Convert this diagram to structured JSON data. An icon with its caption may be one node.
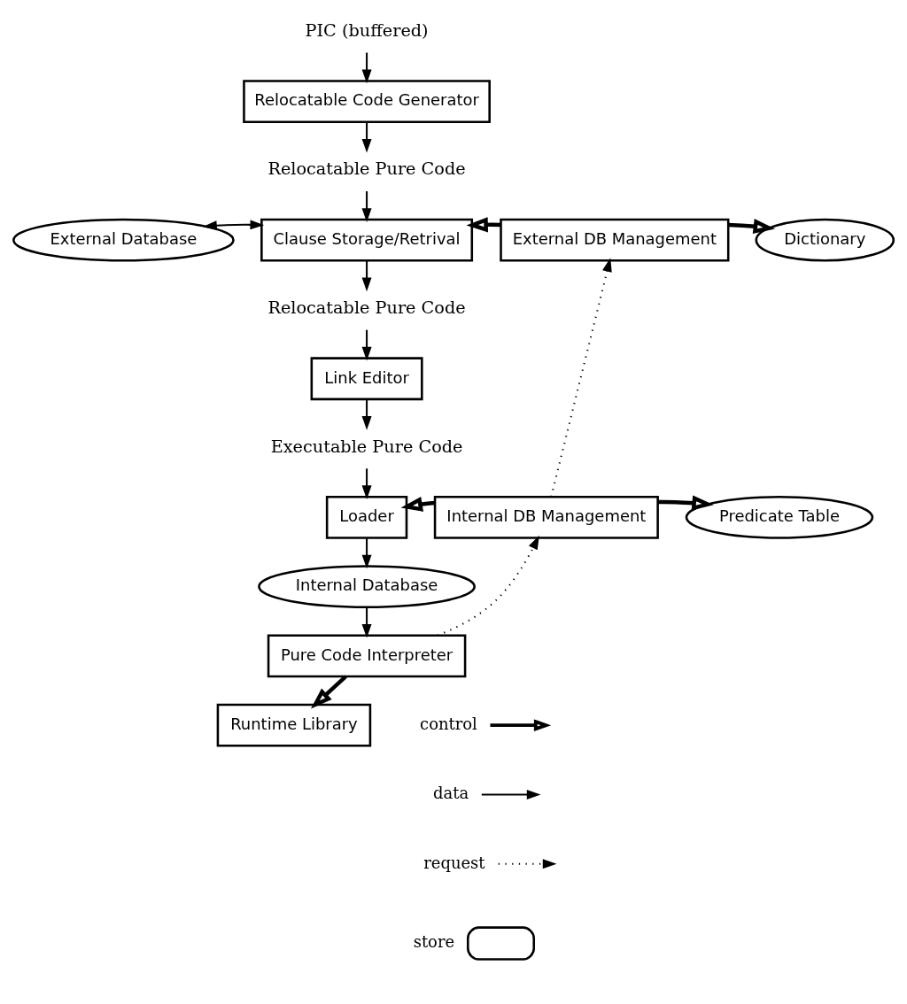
{
  "diagram": {
    "nodes": [
      {
        "text": [
          "PIC (buffered)"
        ]
      },
      {
        "text": [
          "Relocatable Code Generator"
        ]
      },
      {
        "text": [
          "Relocatable Pure Code"
        ]
      },
      {
        "text": [
          "External Database"
        ]
      },
      {
        "text": [
          "Clause Storage/Retrival"
        ]
      },
      {
        "text": [
          "External DB Management"
        ]
      },
      {
        "text": [
          "Dictionary"
        ]
      },
      {
        "text": [
          "Relocatable Pure Code"
        ]
      },
      {
        "text": [
          "Link Editor"
        ]
      },
      {
        "text": [
          "Executable Pure Code"
        ]
      },
      {
        "text": [
          "Loader"
        ]
      },
      {
        "text": [
          "Internal DB Management"
        ]
      },
      {
        "text": [
          "Predicate Table"
        ]
      },
      {
        "text": [
          "Internal Database"
        ]
      },
      {
        "text": [
          "Pure Code Interpreter"
        ]
      },
      {
        "text": [
          "Runtime Library"
        ]
      }
    ],
    "edges": [
      {
        "from": 0,
        "to": 1,
        "arrow": "to"
      },
      {
        "from": 1,
        "to": 2,
        "arrow": "to"
      },
      {
        "from": 2,
        "to": 4,
        "arrow": "to"
      },
      {
        "from": 3,
        "to": 4,
        "arrow": "both"
      },
      {
        "from": 5,
        "to": 4,
        "arrow": "to",
        "style": "thick"
      },
      {
        "from": 5,
        "to": 6,
        "arrow": "to",
        "style": "thick"
      },
      {
        "from": 4,
        "to": 7,
        "arrow": "to"
      },
      {
        "from": 7,
        "to": 8,
        "arrow": "to"
      },
      {
        "from": 8,
        "to": 9,
        "arrow": "to"
      },
      {
        "from": 9,
        "to": 10,
        "arrow": "to"
      },
      {
        "from": 11,
        "to": 10,
        "arrow": "to",
        "style": "thick"
      },
      {
        "from": 11,
        "to": 12,
        "arrow": "to",
        "style": "thick"
      },
      {
        "from": 10,
        "to": 13,
        "arrow": "to"
      },
      {
        "from": 13,
        "to": 14,
        "arrow": "to"
      },
      {
        "from": 14,
        "to": 15,
        "arrow": "to",
        "style": "thick"
      },
      {
        "from": 14,
        "to": 11,
        "arrow": "to",
        "style": "dashed"
      },
      {
        "from": 11,
        "to": 5,
        "arrow": "to",
        "style": "dashed"
      }
    ],
    "legend": [
      {
        "text": "control"
      },
      {
        "text": "data"
      },
      {
        "text": "request"
      },
      {
        "text": "store"
      }
    ]
  }
}
